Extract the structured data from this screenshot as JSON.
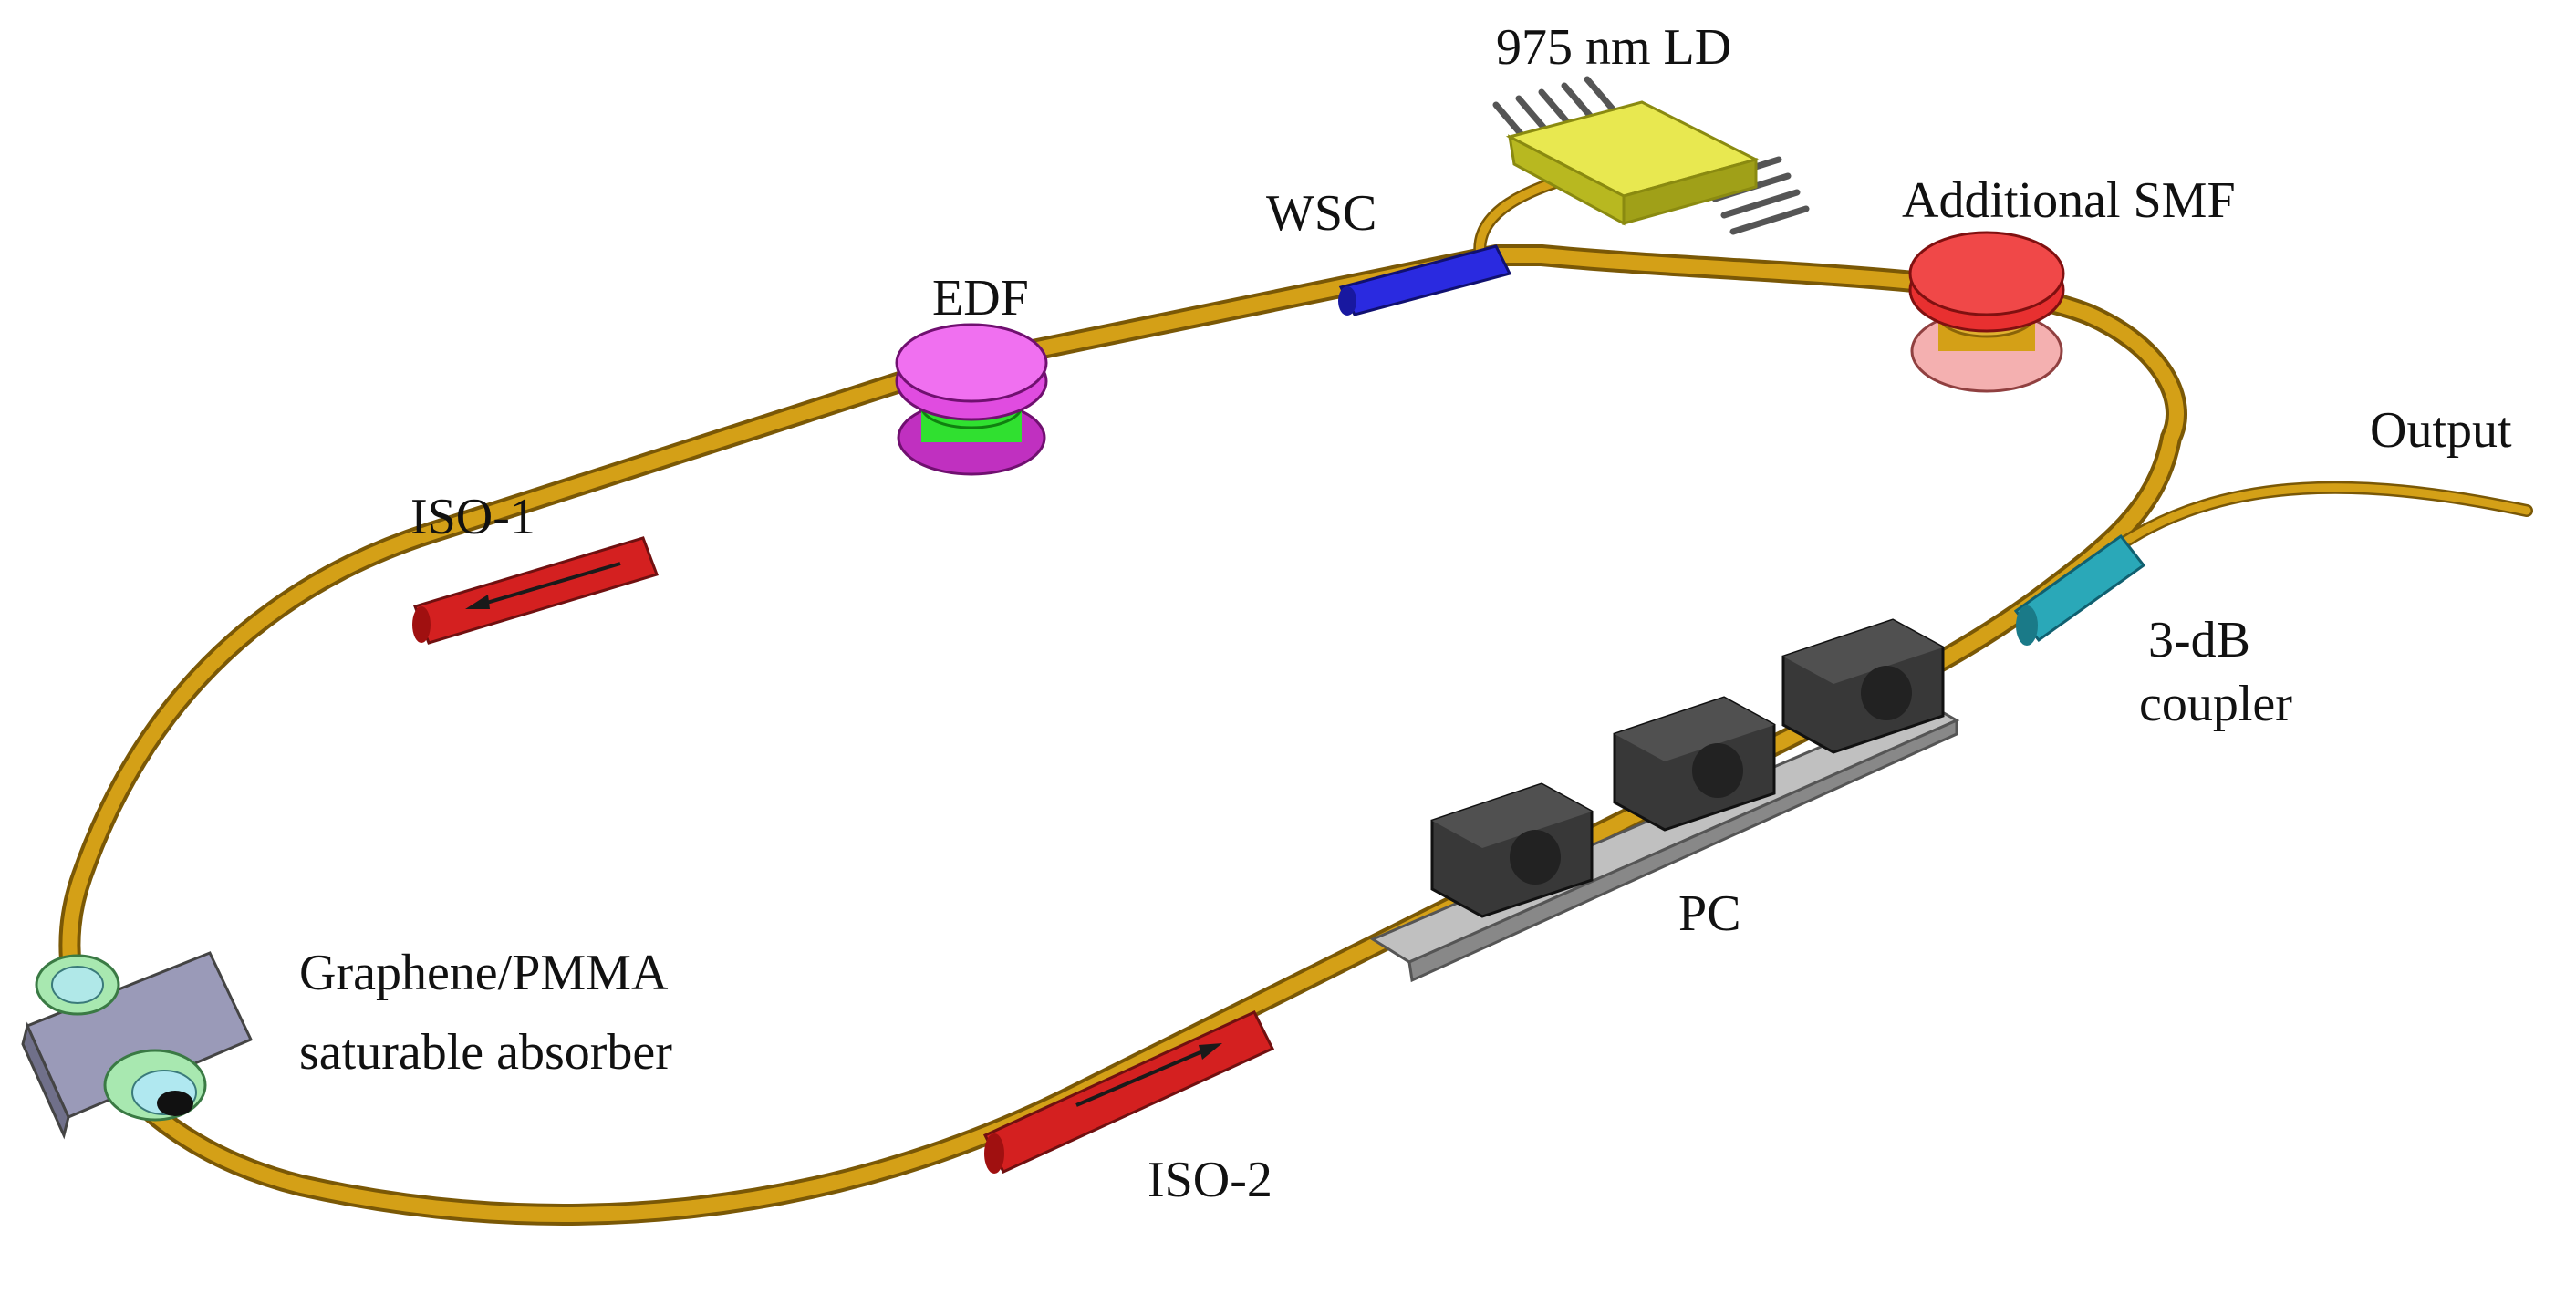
{
  "labels": {
    "ld": "975 nm LD",
    "wsc": "WSC",
    "edf": "EDF",
    "smf": "Additional SMF",
    "output": "Output",
    "iso1": "ISO-1",
    "coupler_line1": "3-dB",
    "coupler_line2": "coupler",
    "pc": "PC",
    "sa_line1": "Graphene/PMMA",
    "sa_line2": "saturable absorber",
    "iso2": "ISO-2"
  },
  "colors": {
    "fiber": "#d4a017",
    "fiber_dark": "#8a6408",
    "isolator": "#d42020",
    "wsc": "#2a2ae0",
    "coupler": "#2aa8b8",
    "edf_spool": "#e04ce0",
    "edf_core": "#30e030",
    "smf_spool": "#e83030",
    "smf_spool_light": "#f4b0b0",
    "ld_body": "#d8d830",
    "pc_paddle": "#333333",
    "pc_base": "#b8b8b8",
    "sa_body": "#9a9ab8",
    "sa_ring": "#a8e8b0"
  }
}
